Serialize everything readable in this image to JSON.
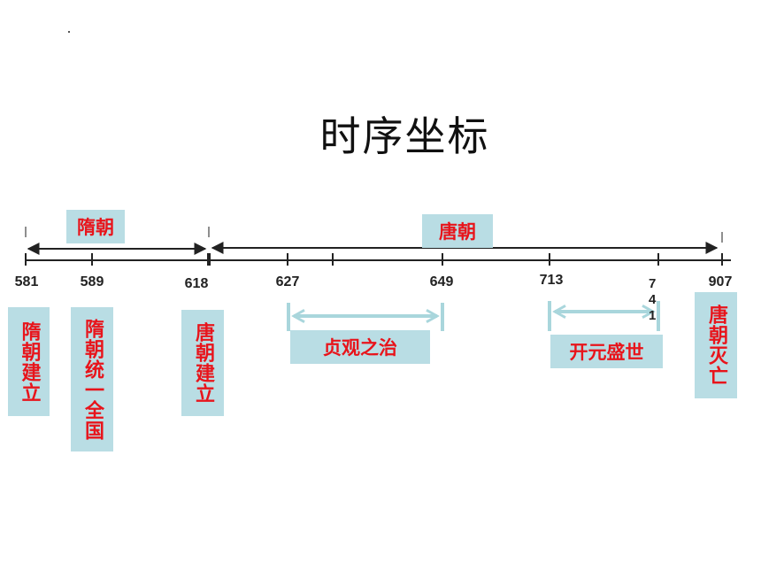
{
  "title": "时序坐标",
  "ticks": [
    {
      "year": "581"
    },
    {
      "year": "589"
    },
    {
      "year": "618"
    },
    {
      "year": "627"
    },
    {
      "year": "649"
    },
    {
      "year": "713"
    },
    {
      "year": "741"
    },
    {
      "year": "907"
    }
  ],
  "dynasties": {
    "sui": "隋朝",
    "tang": "唐朝"
  },
  "events": {
    "sui_founded": "隋朝建立",
    "sui_unified": "隋朝统一全国",
    "tang_founded": "唐朝建立",
    "tang_fall": "唐朝灭亡",
    "zhenguan": "贞观之治",
    "kaiyuan": "开元盛世"
  },
  "colors": {
    "label_bg": "#b9dde4",
    "label_text": "#e8141b",
    "arrow_light": "#a9d6dc",
    "axis": "#222222"
  }
}
